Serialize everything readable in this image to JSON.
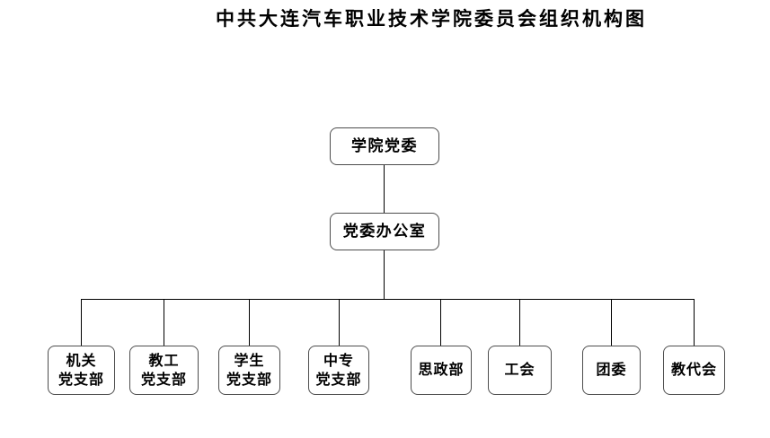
{
  "title": "中共大连汽车职业技术学院委员会组织机构图",
  "colors": {
    "background": "#ffffff",
    "box_border": "#4d4d4d",
    "connector": "#000000",
    "text": "#000000"
  },
  "org_chart": {
    "type": "org-tree",
    "root": {
      "id": "college-party-committee",
      "label": "学院党委",
      "lines": [
        "学院党委"
      ]
    },
    "office": {
      "id": "party-committee-office",
      "label": "党委办公室",
      "lines": [
        "党委办公室"
      ]
    },
    "children": [
      {
        "id": "organ-party-branch",
        "label": "机关党支部",
        "lines": [
          "机关",
          "党支部"
        ]
      },
      {
        "id": "faculty-party-branch",
        "label": "教工党支部",
        "lines": [
          "教工",
          "党支部"
        ]
      },
      {
        "id": "student-party-branch",
        "label": "学生党支部",
        "lines": [
          "学生",
          "党支部"
        ]
      },
      {
        "id": "secondary-party-branch",
        "label": "中专党支部",
        "lines": [
          "中专",
          "党支部"
        ]
      },
      {
        "id": "ideology-dept",
        "label": "思政部",
        "lines": [
          "思政部"
        ]
      },
      {
        "id": "labor-union",
        "label": "工会",
        "lines": [
          "工会"
        ]
      },
      {
        "id": "youth-league",
        "label": "团委",
        "lines": [
          "团委"
        ]
      },
      {
        "id": "staff-congress",
        "label": "教代会",
        "lines": [
          "教代会"
        ]
      }
    ]
  }
}
